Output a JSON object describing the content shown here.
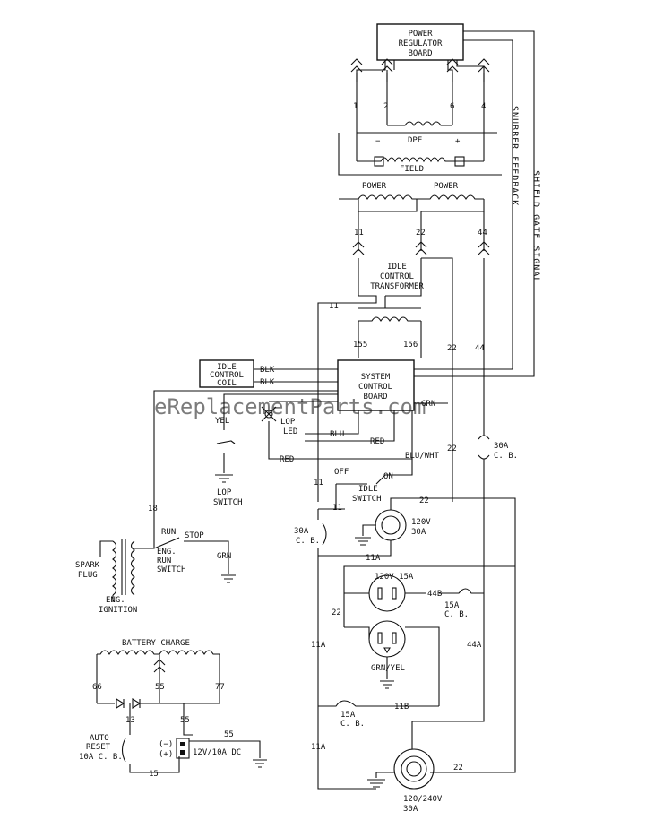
{
  "watermark": "eReplacementParts.com",
  "blocks": {
    "power_regulator": [
      "POWER",
      "REGULATOR",
      "BOARD"
    ],
    "system_control": [
      "SYSTEM",
      "CONTROL",
      "BOARD"
    ],
    "idle_control_coil": [
      "IDLE",
      "CONTROL",
      "COIL"
    ],
    "idle_control_transformer": [
      "IDLE",
      "CONTROL",
      "TRANSFORMER"
    ]
  },
  "windings": {
    "dpe": "DPE",
    "field": "FIELD",
    "power_left": "POWER",
    "power_right": "POWER",
    "battery_charge": "BATTERY CHARGE",
    "eng_ignition": [
      "ENG.",
      "IGNITION"
    ],
    "spark_plug": [
      "SPARK",
      "PLUG"
    ]
  },
  "polarity": {
    "minus": "−",
    "plus": "+"
  },
  "vertical_labels": {
    "snubber_feedback": "SNUBBER FEEDBACK",
    "shield_gate_signal": "SHIELD GATE SIGNAL"
  },
  "wire_numbers": {
    "w1": "1",
    "w2": "2",
    "w6": "6",
    "w4": "4",
    "w11_top": "11",
    "w22_top": "22",
    "w44_top": "44",
    "w11_xfmr": "11",
    "w155": "155",
    "w156": "156",
    "w22_mid": "22",
    "w44_mid": "44",
    "w22_lower": "22",
    "w11_a": "11",
    "w11_b": "11",
    "w18": "18",
    "w22_bus": "22",
    "w11a_h": "11A",
    "w22_left": "22",
    "w44b": "44B",
    "w11a_v1": "11A",
    "w44a": "44A",
    "w11b": "11B",
    "w11a_v2": "11A",
    "w22_bottom": "22",
    "w66": "66",
    "w55a": "55",
    "w77": "77",
    "w13": "13",
    "w55b": "55",
    "w55c": "55",
    "w15": "15"
  },
  "wire_colors": {
    "blk1": "BLK",
    "blk2": "BLK",
    "grn_board": "GRN",
    "yel": "YEL",
    "blu": "BLU",
    "red1": "RED",
    "red2": "RED",
    "blu_wht": "BLU/WHT",
    "grn_ground": "GRN"
  },
  "components": {
    "lop_led": [
      "LOP",
      "LED"
    ],
    "lop_switch": [
      "LOP",
      "SWITCH"
    ],
    "idle_switch": {
      "off": "OFF",
      "on": "ON",
      "name": [
        "IDLE",
        "SWITCH"
      ]
    },
    "eng_run_switch": {
      "run": "RUN",
      "stop": "STOP",
      "name": [
        "ENG.",
        "RUN",
        "SWITCH"
      ]
    },
    "cb_30a_right": [
      "30A",
      "C. B."
    ],
    "cb_30a_left": [
      "30A",
      "C. B."
    ],
    "receptacle_120v_30a": [
      "120V",
      "30A"
    ],
    "duplex_label": "120V 15A",
    "cb_15a_right": [
      "15A",
      "C. B."
    ],
    "cb_15a_left": [
      "15A",
      "C. B."
    ],
    "grn_yel": "GRN/YEL",
    "receptacle_120_240v": [
      "120/240V",
      "30A"
    ],
    "auto_reset_cb": [
      "AUTO",
      "RESET",
      "10A C. B."
    ],
    "dc_minus": "(−)",
    "dc_plus": "(+)",
    "dc_out": "12V/10A DC"
  }
}
